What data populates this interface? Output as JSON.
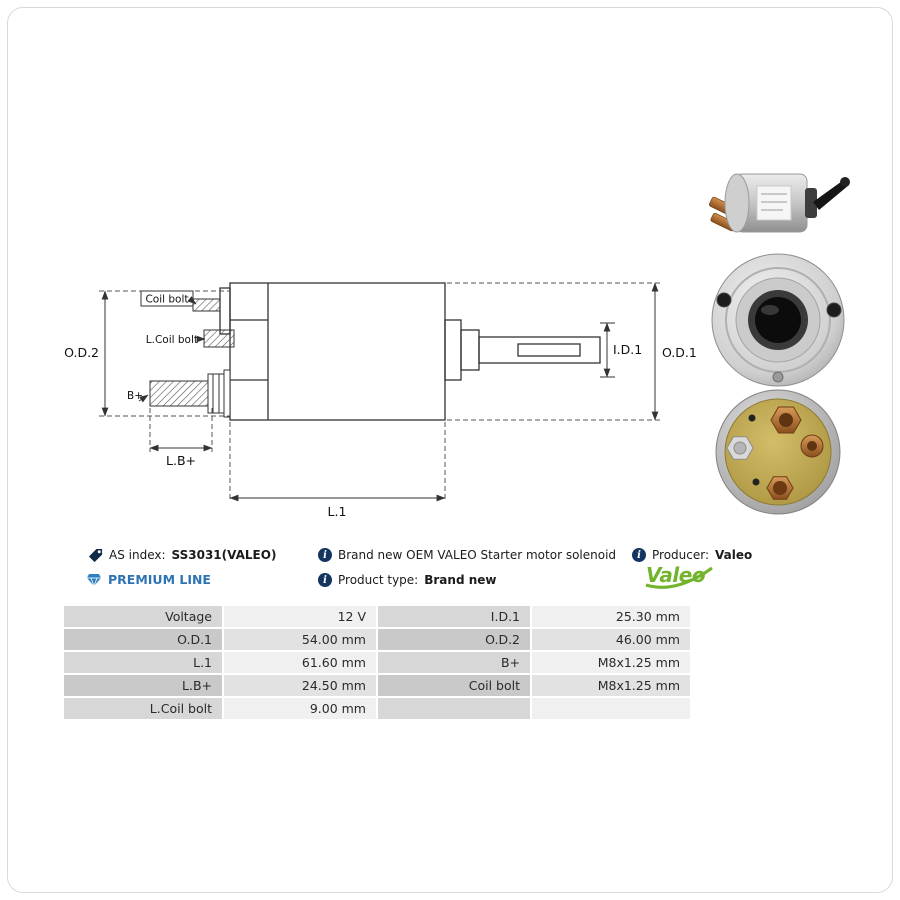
{
  "diagram": {
    "labels": {
      "od2": "O.D.2",
      "od1": "O.D.1",
      "id1": "I.D.1",
      "l1": "L.1",
      "lb": "L.B+",
      "b": "B+",
      "coil_bolt": "Coil bolt",
      "l_coil_bolt": "L.Coil bolt"
    }
  },
  "info": {
    "as_index": {
      "label": "AS index: ",
      "value": "SS3031(VALEO)"
    },
    "description": "Brand new OEM VALEO Starter motor solenoid",
    "producer": {
      "label": "Producer: ",
      "value": "Valeo"
    },
    "premium_line": "PREMIUM LINE",
    "product_type": {
      "label": "Product type: ",
      "value": "Brand new"
    },
    "brand_logo": "Valeo"
  },
  "spec_table": {
    "rows": [
      {
        "label1": "Voltage",
        "value1": "12 V",
        "label2": "I.D.1",
        "value2": "25.30 mm"
      },
      {
        "label1": "O.D.1",
        "value1": "54.00 mm",
        "label2": "O.D.2",
        "value2": "46.00 mm"
      },
      {
        "label1": "L.1",
        "value1": "61.60 mm",
        "label2": "B+",
        "value2": "M8x1.25 mm"
      },
      {
        "label1": "L.B+",
        "value1": "24.50 mm",
        "label2": "Coil bolt",
        "value2": "M8x1.25 mm"
      },
      {
        "label1": "L.Coil bolt",
        "value1": "9.00 mm",
        "label2": "",
        "value2": ""
      }
    ]
  },
  "colors": {
    "premium_blue": "#2e74b5",
    "valeo_green": "#72b52c",
    "info_icon_navy": "#14355f"
  }
}
